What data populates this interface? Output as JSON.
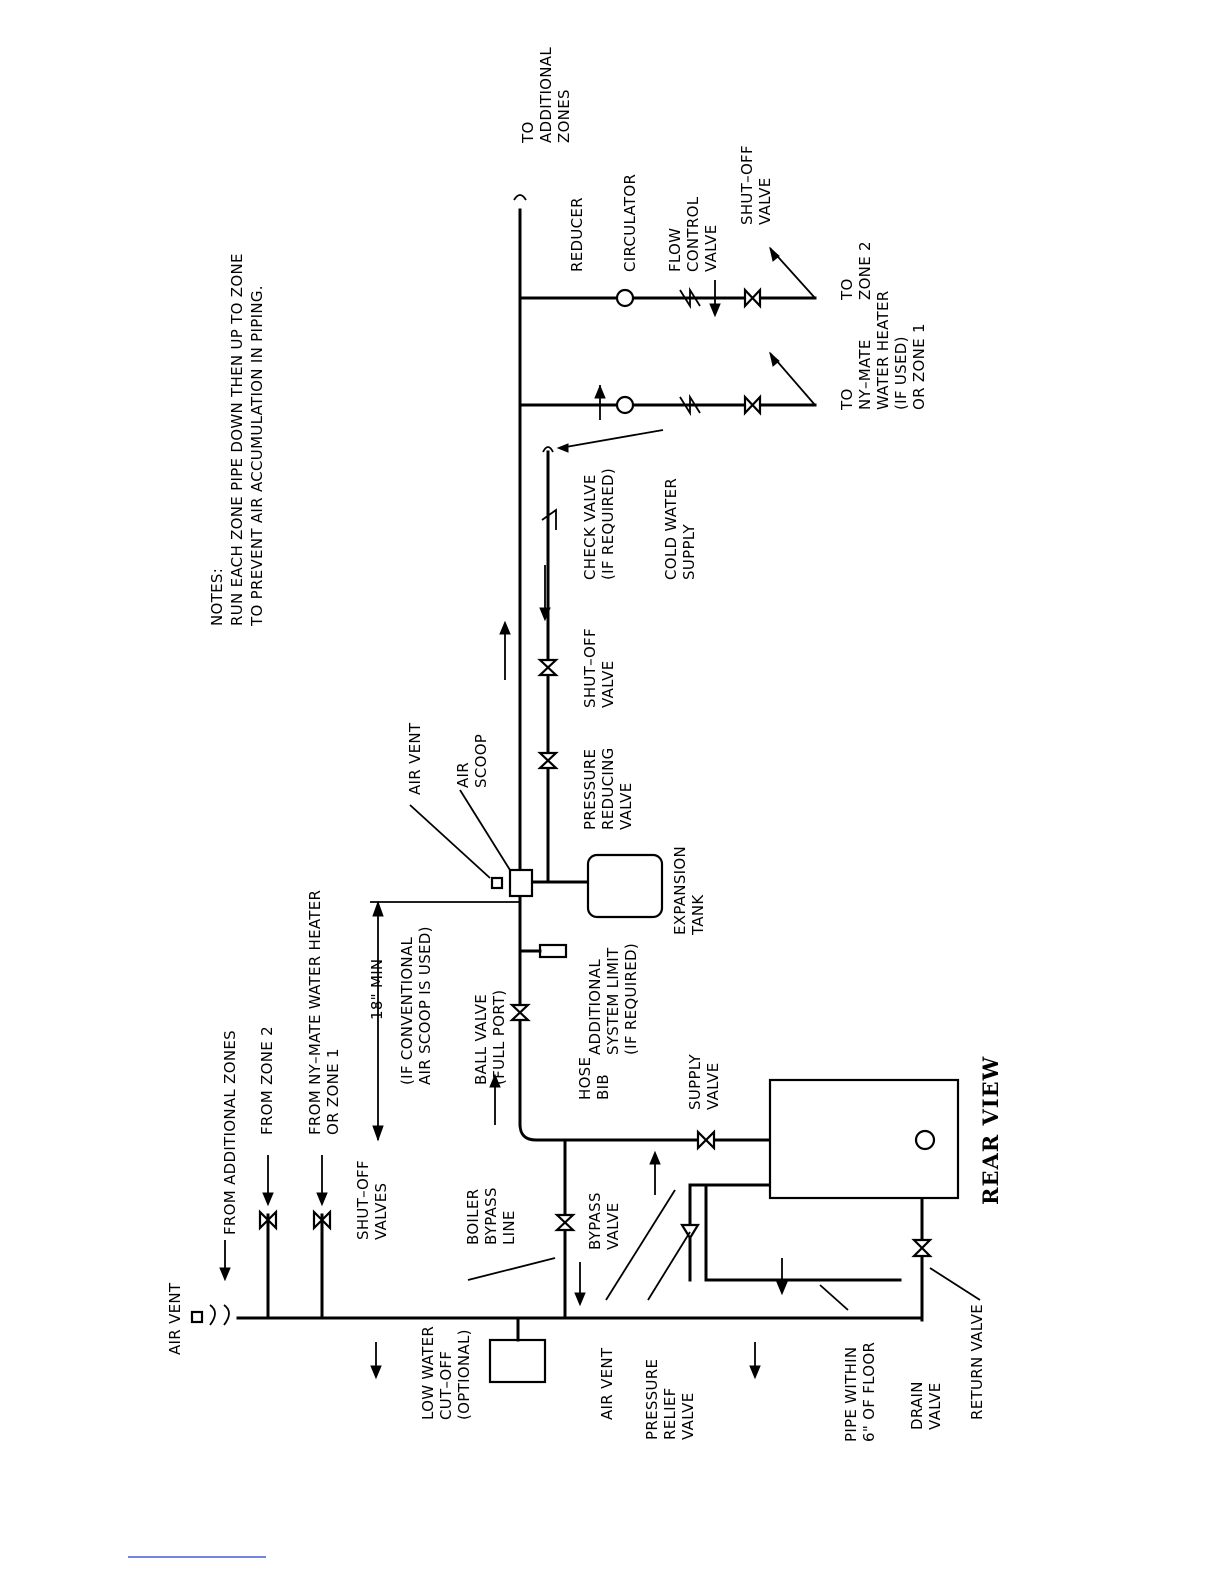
{
  "notes": {
    "heading": "NOTES:",
    "line1": "RUN EACH ZONE PIPE DOWN THEN UP TO ZONE",
    "line2": "TO PREVENT AIR ACCUMULATION IN PIPING."
  },
  "title": "REAR VIEW",
  "labels": {
    "to_additional_zones": [
      "TO",
      "ADDITIONAL",
      "ZONES"
    ],
    "reducer": [
      "REDUCER"
    ],
    "circulator": [
      "CIRCULATOR"
    ],
    "flow_control_valve": [
      "FLOW",
      "CONTROL",
      "VALVE"
    ],
    "shut_off_valve_zone": [
      "SHUT–OFF",
      "VALVE"
    ],
    "to_zone2": [
      "TO",
      "ZONE 2"
    ],
    "to_nymate": [
      "TO",
      "NY–MATE",
      "WATER HEATER",
      "(IF USED)",
      "OR ZONE 1"
    ],
    "check_valve": [
      "CHECK VALVE",
      "(IF REQUIRED)"
    ],
    "cold_water_supply": [
      "COLD WATER",
      "SUPPLY"
    ],
    "shut_off_valve_cold": [
      "SHUT–OFF",
      "VALVE"
    ],
    "pressure_reducing_valve": [
      "PRESSURE",
      "REDUCING",
      "VALVE"
    ],
    "air_vent_top": [
      "AIR VENT"
    ],
    "air_scoop": [
      "AIR",
      "SCOOP"
    ],
    "expansion_tank": [
      "EXPANSION",
      "TANK"
    ],
    "min_18": [
      "18\" MIN"
    ],
    "if_conventional": [
      "(IF CONVENTIONAL",
      "AIR SCOOP IS USED)"
    ],
    "additional_system_limit": [
      "ADDITIONAL",
      "SYSTEM LIMIT",
      "(IF REQUIRED)"
    ],
    "ball_valve": [
      "BALL VALVE",
      "(FULL PORT)"
    ],
    "hose_bib": [
      "HOSE",
      "BIB"
    ],
    "supply_valve": [
      "SUPPLY",
      "VALVE"
    ],
    "from_additional_zones": [
      "FROM ADDITIONAL ZONES"
    ],
    "from_zone2": [
      "FROM ZONE 2"
    ],
    "from_nymate": [
      "FROM NY–MATE WATER HEATER",
      "OR ZONE 1"
    ],
    "shut_off_valves": [
      "SHUT–OFF",
      "VALVES"
    ],
    "boiler_bypass_line": [
      "BOILER",
      "BYPASS",
      "LINE"
    ],
    "bypass_valve": [
      "BYPASS",
      "VALVE"
    ],
    "air_vent_left": [
      "AIR VENT"
    ],
    "low_water_cutoff": [
      "LOW WATER",
      "CUT–OFF",
      "(OPTIONAL)"
    ],
    "air_vent_bottom": [
      "AIR VENT"
    ],
    "pressure_relief_valve": [
      "PRESSURE",
      "RELIEF",
      "VALVE"
    ],
    "pipe_within": [
      "PIPE WITHIN",
      "6\" OF FLOOR"
    ],
    "drain_valve": [
      "DRAIN",
      "VALVE"
    ],
    "return_valve": [
      "RETURN VALVE"
    ]
  }
}
